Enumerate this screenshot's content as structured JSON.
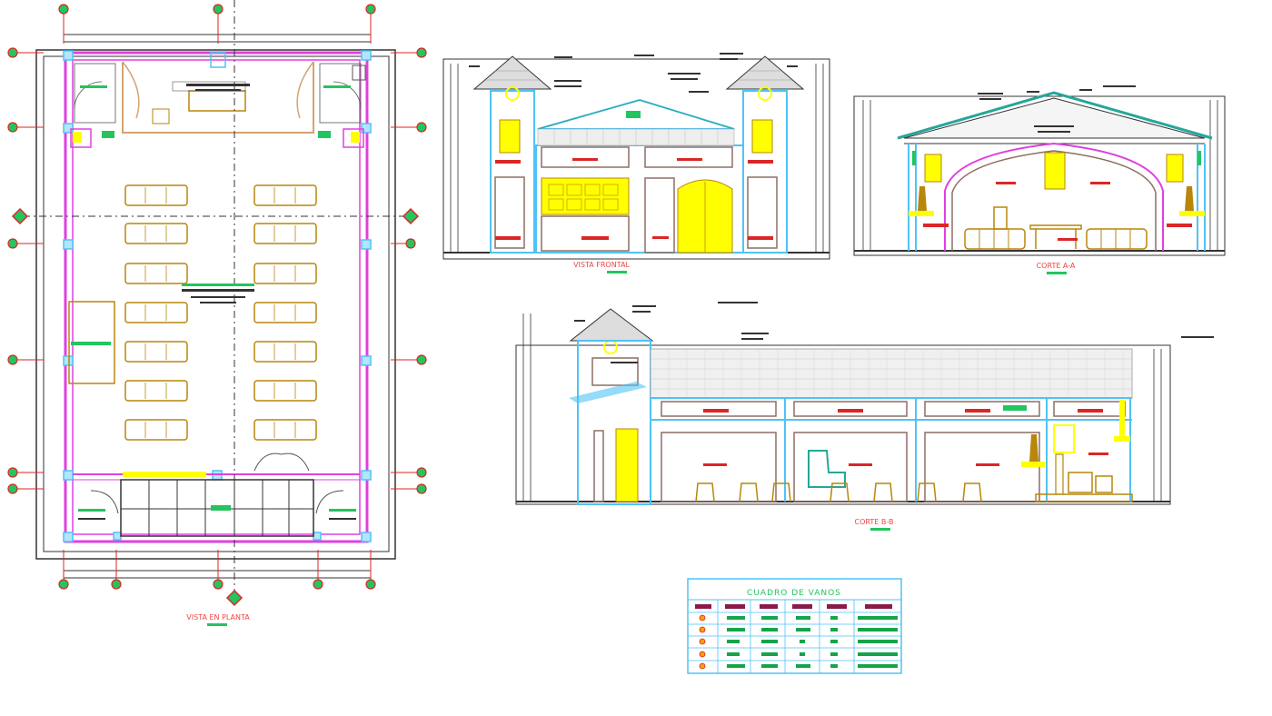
{
  "titles": {
    "plan": "VISTA EN PLANTA",
    "front": "VISTA FRONTAL",
    "section_a": "CORTE A-A",
    "section_b": "CORTE B-B",
    "schedule": "CUADRO DE VANOS"
  },
  "schedule": {
    "rows": 5,
    "columns": 6
  },
  "colors": {
    "wall": "#e040e0",
    "column": "#4fc3f7",
    "furniture": "#b8860b",
    "grid_dot": "#22c55e",
    "grid_line": "#dc2626",
    "title": "#ef4444",
    "title_bar": "#22c55e",
    "glass": "#ffff00"
  }
}
